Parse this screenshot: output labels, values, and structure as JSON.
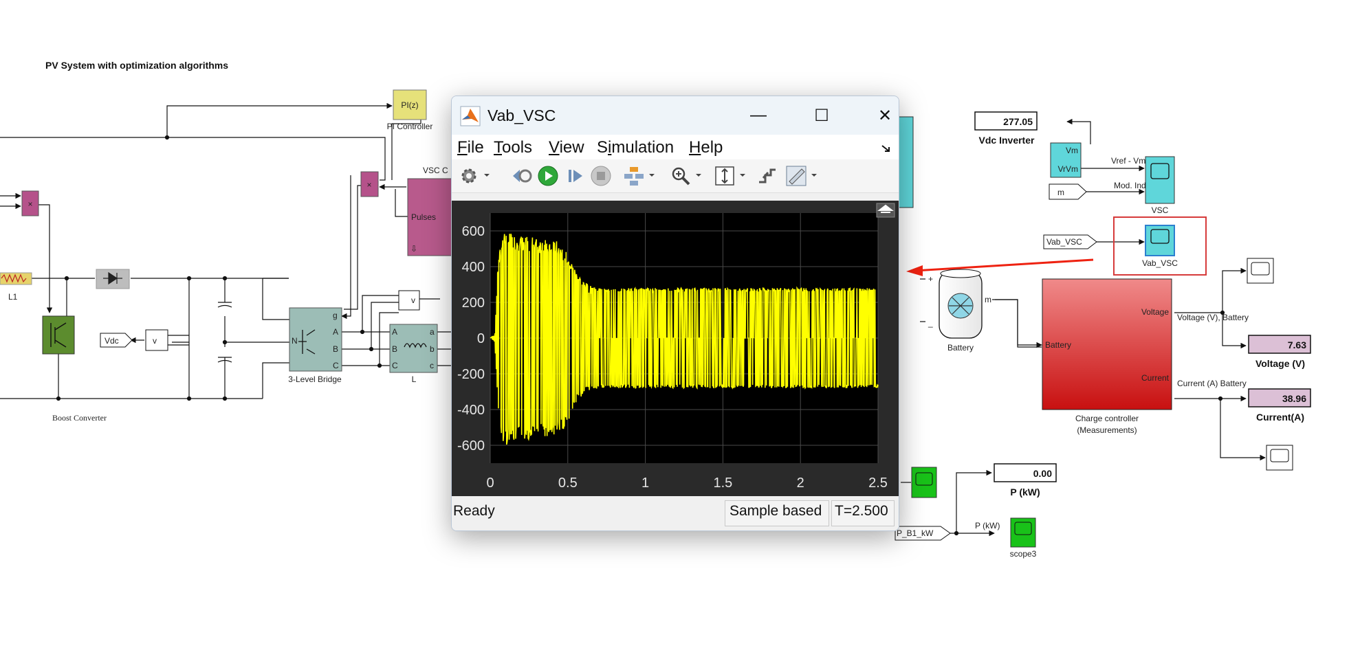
{
  "model": {
    "title": "PV System with optimization algorithms",
    "blocks": {
      "pi_controller": {
        "symbol": "PI(z)",
        "label": "PI Controller"
      },
      "vsc_control": {
        "label": "VSC C",
        "port": "Pulses"
      },
      "multiply_symbol": "×",
      "inductor_l1": "L1",
      "vdc_tag": "Vdc",
      "vmeas_symbol": "v",
      "bridge_label": "3-Level Bridge",
      "bridge_ports": [
        "A",
        "B",
        "C"
      ],
      "bridge_g": "g",
      "bridge_n": "N",
      "filter_label": "L",
      "filter_ports_left": [
        "A",
        "B",
        "C"
      ],
      "filter_ports_right": [
        "a",
        "b",
        "c"
      ],
      "boost_label": "Boost Converter",
      "battery_label": "Battery",
      "battery_m": "m",
      "battery_plus": "+",
      "battery_minus": "_",
      "vdc_inverter": {
        "value": "277.05",
        "label": "Vdc Inverter"
      },
      "vm_block": {
        "line1": "Vm",
        "line2": "VrVm"
      },
      "vref_signal": "Vref - Vmean",
      "mod_tag": "m",
      "mod_signal": "Mod. Index",
      "vsc_scope": "VSC",
      "vab_tag": "Vab_VSC",
      "vab_scope": "Vab_VSC",
      "charge_controller": {
        "port_in": "Battery",
        "port_v": "Voltage",
        "port_c": "Current",
        "label1": "Charge controller",
        "label2": "(Measurements)"
      },
      "voltage_signal": "Voltage (V),  Battery",
      "current_signal": "Current (A) Battery",
      "voltage_display": {
        "value": "7.63",
        "label": "Voltage (V)"
      },
      "current_display": {
        "value": "38.96",
        "label": "Current(A)"
      },
      "power_display": {
        "value": "0.00",
        "label": "P (kW)"
      },
      "pb1_tag": "P_B1_kW",
      "p_signal": "P (kW)",
      "scope3": "scope3"
    }
  },
  "scope_window": {
    "title": "Vab_VSC",
    "controls": {
      "minimize": "—",
      "maximize": "☐",
      "close": "✕"
    },
    "menu": [
      "File",
      "Tools",
      "View",
      "Simulation",
      "Help"
    ],
    "menu_access": [
      "F",
      "T",
      "V",
      "i",
      "H"
    ],
    "toolbar_icons": [
      "gear-icon",
      "step-back-icon",
      "run-icon",
      "step-forward-icon",
      "stop-icon",
      "signal-tree-icon",
      "zoom-in-icon",
      "scale-axes-icon",
      "triggers-icon",
      "measurements-icon"
    ],
    "status": {
      "state": "Ready",
      "mode": "Sample based",
      "time": "T=2.500"
    },
    "colors": {
      "plot_bg": "#000000",
      "trace": "#ffff00",
      "frame": "#2a2a2a"
    }
  },
  "chart_data": {
    "type": "line",
    "title": "",
    "xlabel": "",
    "ylabel": "",
    "xlim": [
      0,
      2.5
    ],
    "ylim": [
      -700,
      700
    ],
    "x_ticks": [
      "0",
      "0.5",
      "1",
      "1.5",
      "2",
      "2.5"
    ],
    "y_ticks": [
      "600",
      "400",
      "200",
      "0",
      "-200",
      "-400",
      "-600"
    ],
    "grid": true,
    "series": [
      {
        "envelope_x": [
          0,
          0.03,
          0.05,
          0.08,
          0.15,
          0.3,
          0.45,
          0.5,
          0.55,
          0.6,
          0.65,
          0.7,
          1.0,
          1.5,
          2.0,
          2.5
        ],
        "envelope_max": [
          0,
          20,
          420,
          600,
          580,
          560,
          540,
          470,
          380,
          320,
          290,
          280,
          280,
          280,
          280,
          280
        ],
        "envelope_min": [
          0,
          -20,
          -420,
          -610,
          -580,
          -560,
          -540,
          -470,
          -380,
          -320,
          -290,
          -280,
          -280,
          -280,
          -280,
          -280
        ]
      }
    ]
  }
}
